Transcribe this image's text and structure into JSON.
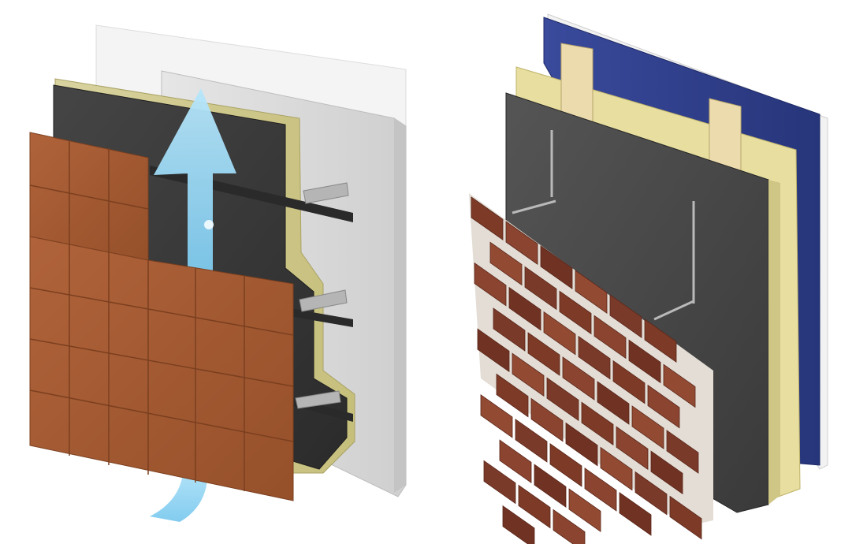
{
  "figures": [
    {
      "id": "ventilated-facade",
      "layers": [
        "concrete-wall",
        "mineral-wool-insulation",
        "breather-membrane",
        "support-rails",
        "wall-brackets",
        "terracotta-tiles"
      ],
      "airflow": "upward"
    },
    {
      "id": "brick-cavity-wall",
      "layers": [
        "sheathing-board",
        "timber-studs",
        "mineral-wool-insulation",
        "breather-membrane",
        "wall-ties",
        "brick-veneer"
      ]
    }
  ],
  "colors": {
    "concrete": "#d9d9d9",
    "insulation": "#cfc88a",
    "membrane": "#3d3d3d",
    "tile": "#a55a2e",
    "airflow": "#8fd3f2",
    "brick": "#7a3a28",
    "mortar": "#e8e2da",
    "sheathing": "#2e3d8a",
    "timber": "#e9d9a8"
  }
}
